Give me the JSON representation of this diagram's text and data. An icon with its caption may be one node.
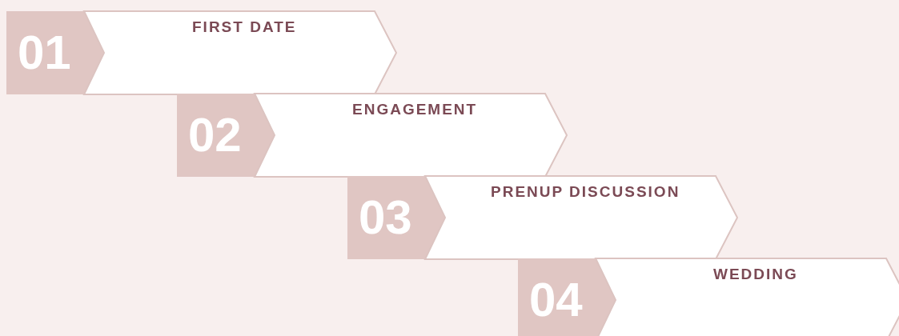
{
  "diagram": {
    "nodes": [
      {
        "text": [
          "01"
        ]
      },
      {
        "text": [
          "FIRST DATE"
        ]
      },
      {
        "text": [
          "02"
        ]
      },
      {
        "text": [
          "ENGAGEMENT"
        ]
      },
      {
        "text": [
          "03"
        ]
      },
      {
        "text": [
          "PRENUP DISCUSSION"
        ]
      },
      {
        "text": [
          "04"
        ]
      },
      {
        "text": [
          "WEDDING"
        ]
      }
    ]
  }
}
